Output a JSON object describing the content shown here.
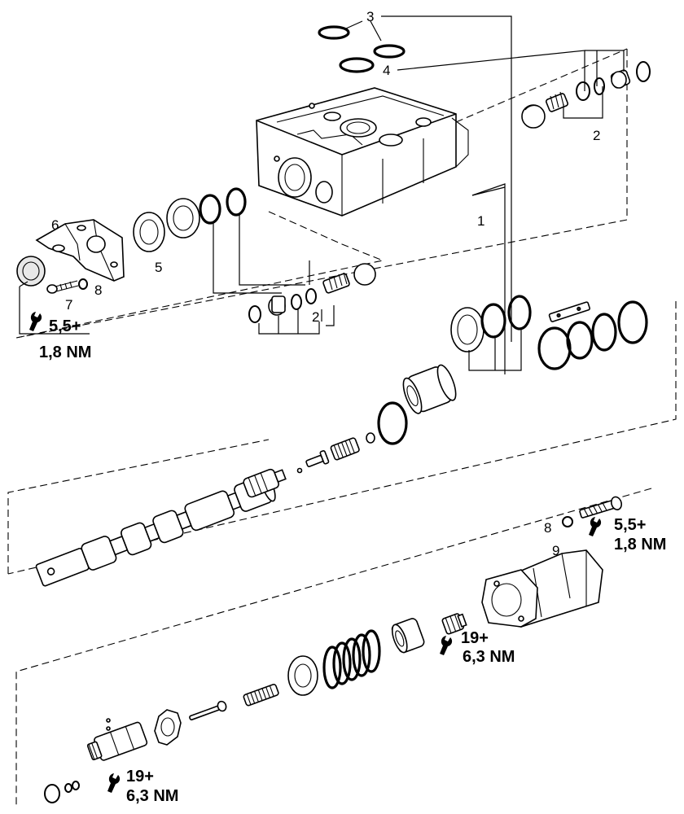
{
  "callouts": {
    "p1": "1",
    "p2a": "2",
    "p2b": "2",
    "p3": "3",
    "p4": "4",
    "p5": "5",
    "p6": "6",
    "p7": "7",
    "p8a": "8",
    "p8b": "8",
    "p9": "9"
  },
  "torques": {
    "t_cover_left": {
      "line1": "5,5+",
      "line2": "1,8 NM"
    },
    "t_cover_right": {
      "line1": "5,5+",
      "line2": "1,8 NM"
    },
    "t_plug_mid": {
      "line1": "19+",
      "line2": "6,3 NM"
    },
    "t_plug_bottom": {
      "line1": "19+",
      "line2": "6,3 NM"
    }
  },
  "icons": {
    "wrench": "wrench-icon"
  }
}
